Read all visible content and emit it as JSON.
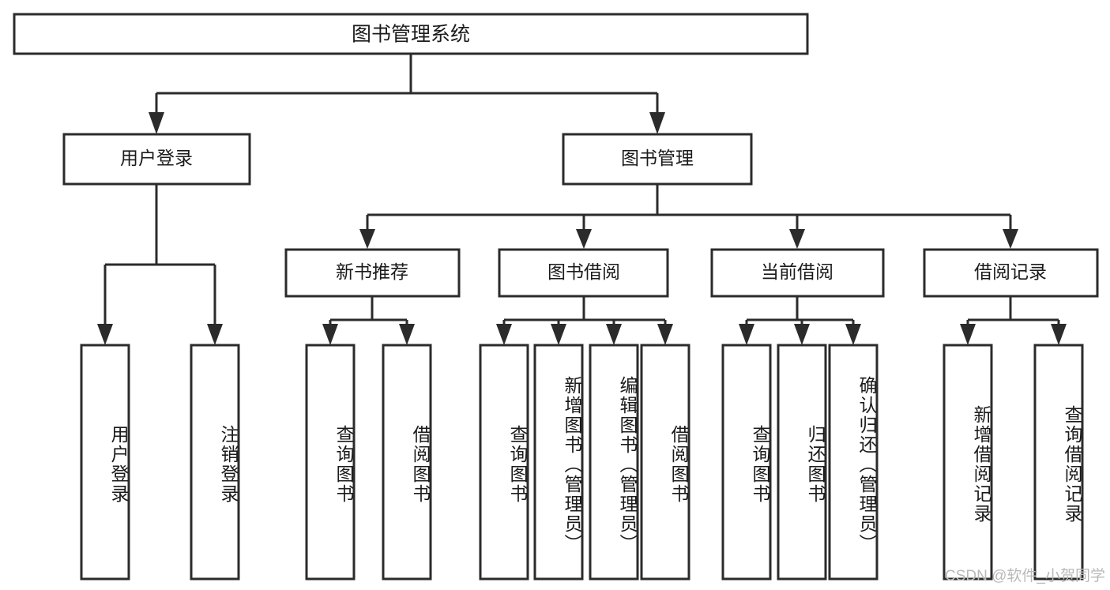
{
  "diagram": {
    "type": "tree",
    "title": "图书管理系统",
    "root": {
      "label": "图书管理系统"
    },
    "level2": [
      {
        "label": "用户登录"
      },
      {
        "label": "图书管理"
      }
    ],
    "level3": [
      {
        "label": "新书推荐"
      },
      {
        "label": "图书借阅"
      },
      {
        "label": "当前借阅"
      },
      {
        "label": "借阅记录"
      }
    ],
    "leaves": {
      "user_login": [
        {
          "label": "用户登录"
        },
        {
          "label": "注销登录"
        }
      ],
      "new_book": [
        {
          "label": "查询图书"
        },
        {
          "label": "借阅图书"
        }
      ],
      "book_borrow": [
        {
          "label": "查询图书"
        },
        {
          "label": "新增图书（管理员）"
        },
        {
          "label": "编辑图书（管理员）"
        },
        {
          "label": "借阅图书"
        }
      ],
      "current_borrow": [
        {
          "label": "查询图书"
        },
        {
          "label": "归还图书"
        },
        {
          "label": "确认归还（管理员）"
        }
      ],
      "borrow_record": [
        {
          "label": "新增借阅记录"
        },
        {
          "label": "查询借阅记录"
        }
      ]
    }
  },
  "watermark": {
    "text": "CSDN @软件_小贺同学"
  },
  "colors": {
    "stroke": "#2b2b2b",
    "fill": "#ffffff",
    "text": "#1b1b1b",
    "watermark": "#b9b9b9"
  }
}
